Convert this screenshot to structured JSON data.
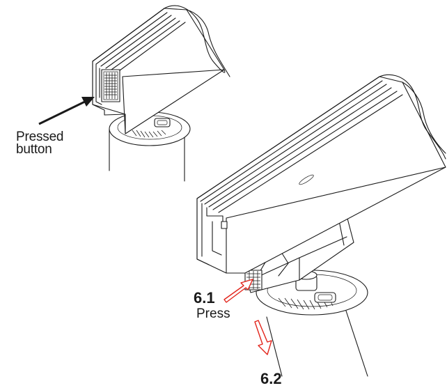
{
  "labels": {
    "pressed_line1": "Pressed",
    "pressed_line2": "button",
    "step1_number": "6.1",
    "step1_action": "Press",
    "step2_number": "6.2"
  },
  "colors": {
    "line": "#1a1a1a",
    "arrow_red": "#e2231a",
    "background": "#ffffff"
  },
  "icons": {
    "pointer_arrow": "black-arrow-icon",
    "press_arrow": "red-outline-arrow-icon",
    "pull_arrow": "red-outline-down-arrow-icon"
  }
}
